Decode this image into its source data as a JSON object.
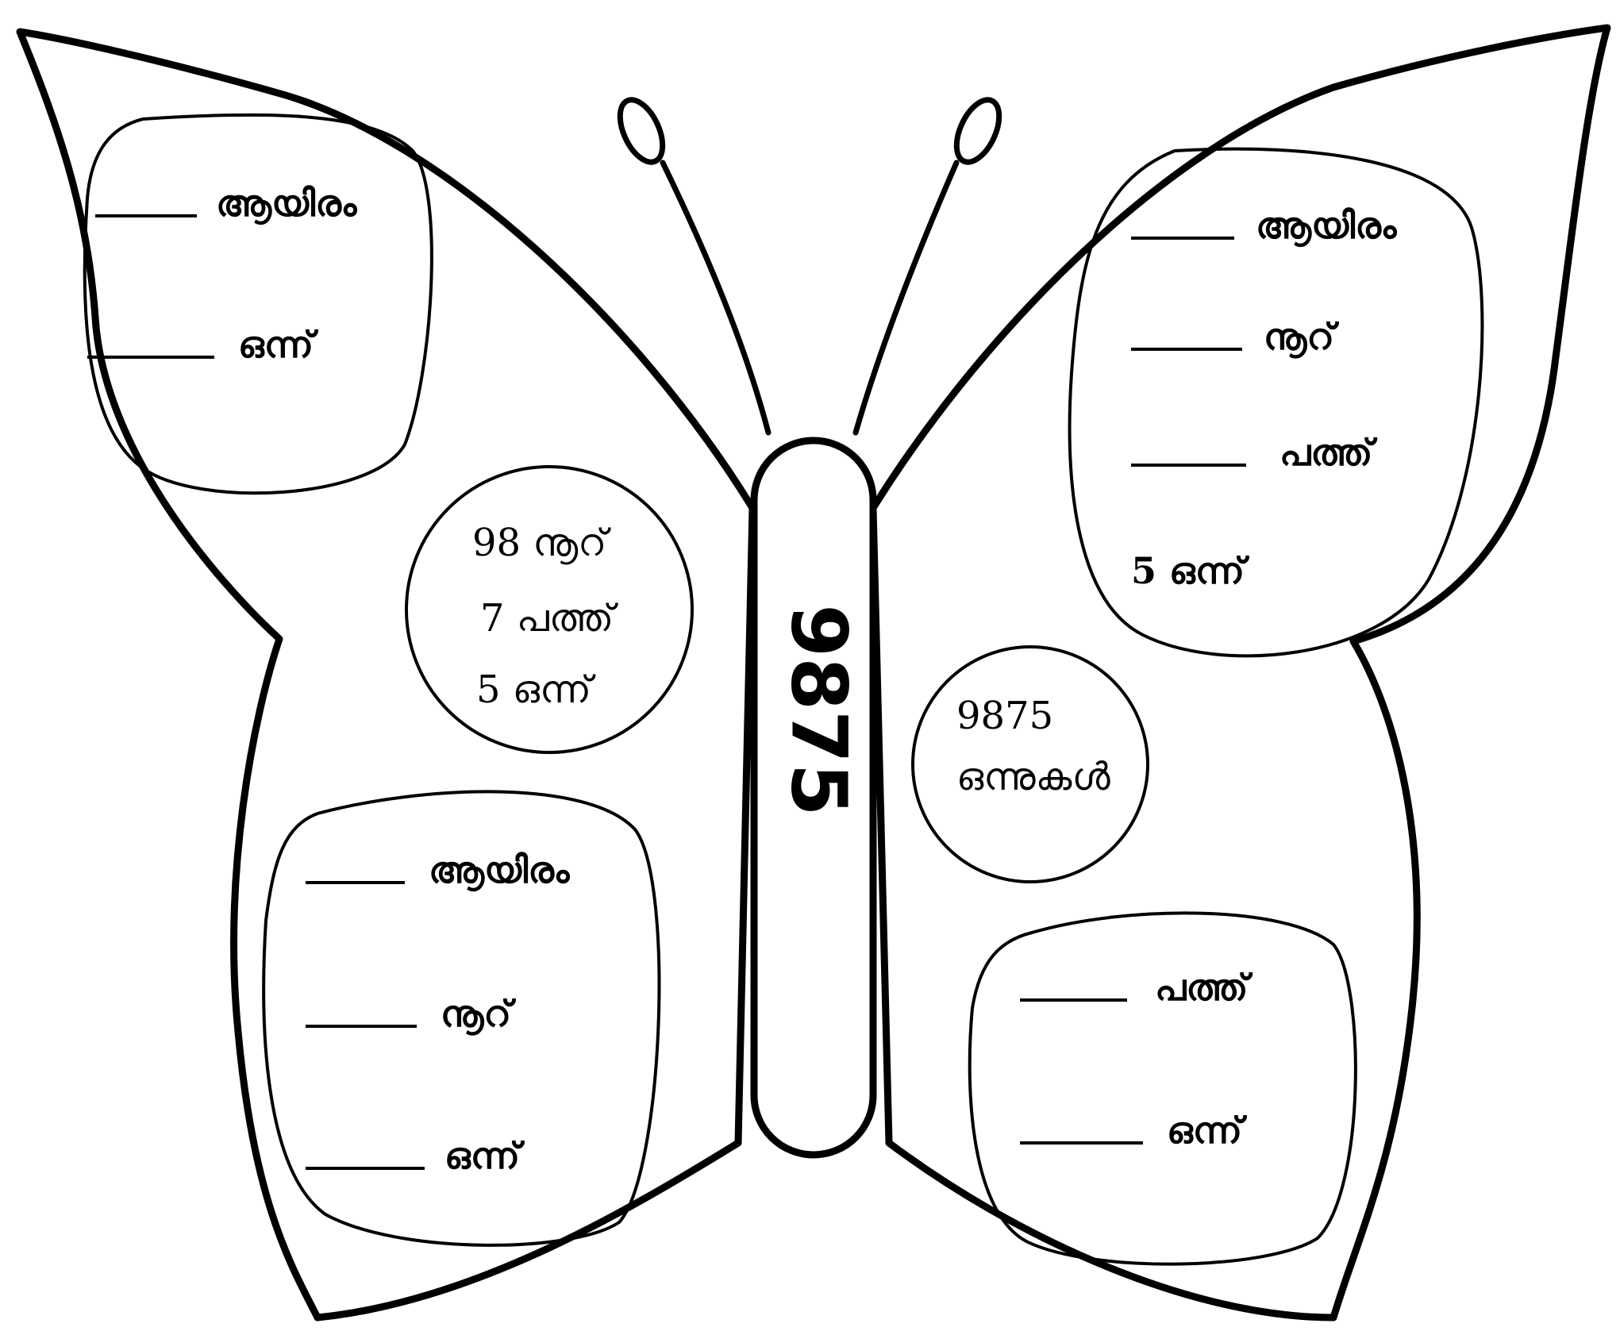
{
  "center_number": "9875",
  "top_left_wing": {
    "rows": [
      {
        "blank": "",
        "unit": "ആയിരം"
      },
      {
        "blank": "",
        "unit": "ഒന്ന്"
      }
    ]
  },
  "bottom_left_wing": {
    "rows": [
      {
        "blank": "",
        "unit": "ആയിരം"
      },
      {
        "blank": "",
        "unit": "നൂറ്"
      },
      {
        "blank": "",
        "unit": "ഒന്ന്"
      }
    ]
  },
  "top_right_wing": {
    "rows": [
      {
        "blank": "",
        "unit": "ആയിരം"
      },
      {
        "blank": "",
        "unit": "നൂറ്"
      },
      {
        "blank": "",
        "unit": "പത്ത്"
      }
    ],
    "given": "5 ഒന്ന്"
  },
  "bottom_right_wing": {
    "rows": [
      {
        "blank": "",
        "unit": "പത്ത്"
      },
      {
        "blank": "",
        "unit": "ഒന്ന്"
      }
    ]
  },
  "left_circle": {
    "lines": [
      "98 നൂറ്",
      "7 പത്ത്",
      "5 ഒന്ന്"
    ]
  },
  "right_circle": {
    "lines": [
      "9875",
      "ഒന്നുകൾ"
    ]
  }
}
